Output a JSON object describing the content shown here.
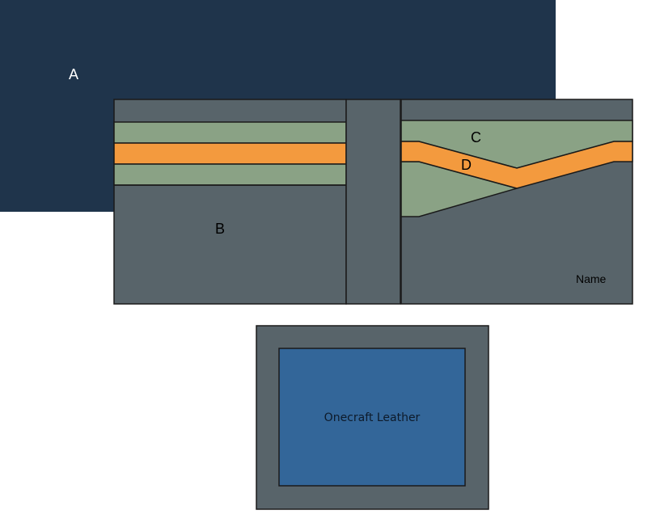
{
  "colors": {
    "background": "#ffffff",
    "outer_panel": "#1f344b",
    "interior_gray": "#58646a",
    "pocket_green": "#8aa285",
    "accent_orange": "#f39a3e",
    "card_blue": "#336699",
    "outline": "#1a1a1a"
  },
  "pieces": {
    "a": {
      "label": "A",
      "label_color": "#ffffff"
    },
    "b": {
      "label": "B"
    },
    "c": {
      "label": "C"
    },
    "d": {
      "label": "D"
    },
    "name_tag": {
      "label": "Name"
    },
    "card": {
      "label": "Onecraft Leather"
    }
  }
}
